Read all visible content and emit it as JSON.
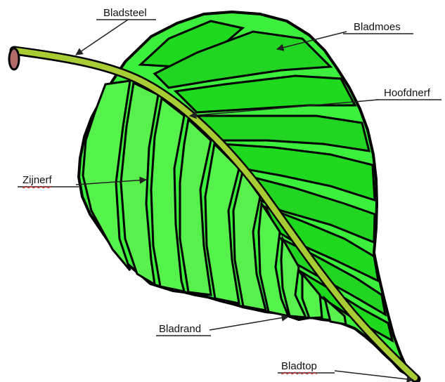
{
  "labels": {
    "bladsteel": "Bladsteel",
    "bladmoes": "Bladmoes",
    "hoofdnerf": "Hoofdnerf",
    "zijnerf": "Zijnerf",
    "bladrand": "Bladrand",
    "bladtop": "Bladtop"
  },
  "colors": {
    "leaf_dark_segment": "#1fd91f",
    "leaf_light_segment": "#55f24c",
    "outline": "#000000",
    "stem": "#a8cc33",
    "stem_tip": "#b56a6a",
    "arrow": "#222222"
  }
}
